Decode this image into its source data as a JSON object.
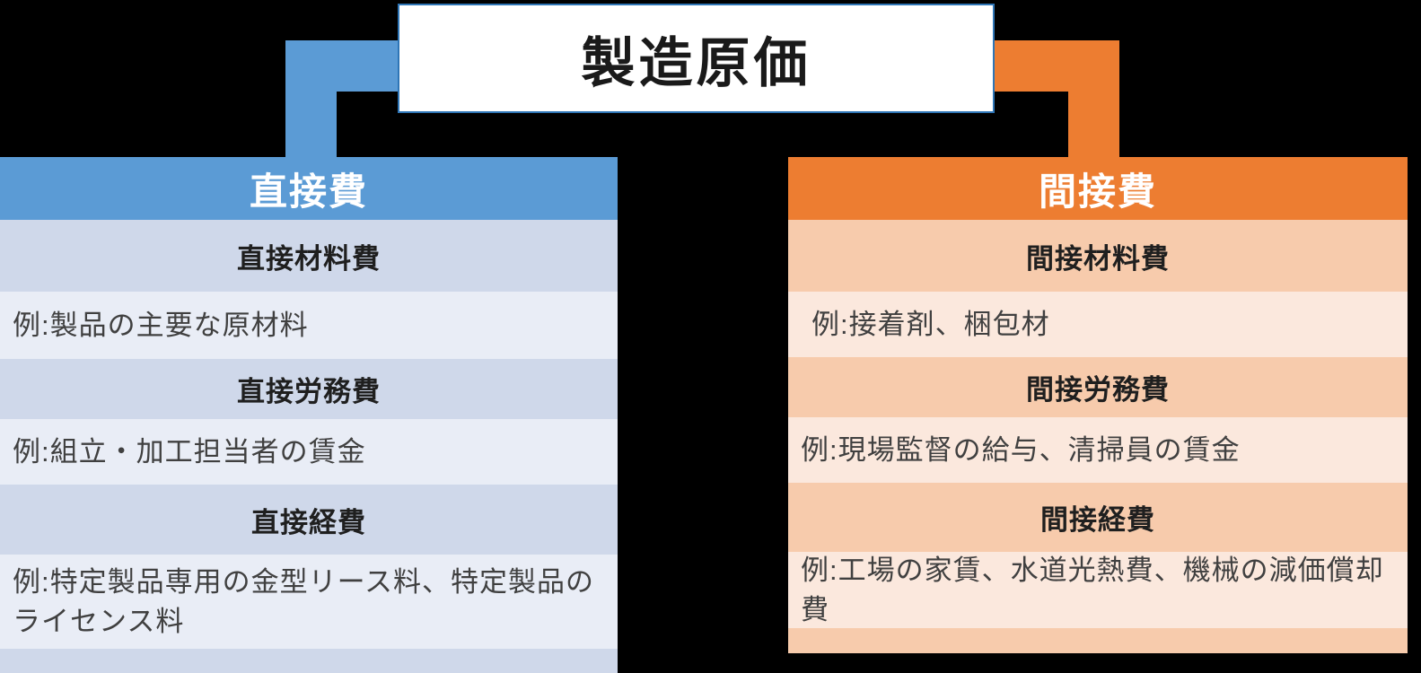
{
  "title": {
    "label": "製造原価"
  },
  "left_table": {
    "header": "直接費",
    "rows": [
      {
        "type": "label",
        "text": "直接材料費"
      },
      {
        "type": "example",
        "text": "例:製品の主要な原材料"
      },
      {
        "type": "label",
        "text": "直接労務費"
      },
      {
        "type": "example",
        "text": "例:組立・加工担当者の賃金"
      },
      {
        "type": "label",
        "text": "直接経費"
      },
      {
        "type": "example",
        "text": "例:特定製品専用の金型リース料、特定製品のライセンス料"
      }
    ]
  },
  "right_table": {
    "header": "間接費",
    "rows": [
      {
        "type": "label",
        "text": "間接材料費"
      },
      {
        "type": "example",
        "text": "例:接着剤、梱包材"
      },
      {
        "type": "label",
        "text": "間接労務費"
      },
      {
        "type": "example",
        "text": "例:現場監督の給与、清掃員の賃金"
      },
      {
        "type": "label",
        "text": "間接経費"
      },
      {
        "type": "example",
        "text": "例:工場の家賃、水道光熱費、機械の減価償却費"
      }
    ]
  },
  "colors": {
    "blue_accent": "#5B9BD5",
    "blue_label_bg": "#CFD8EA",
    "blue_example_bg": "#E9EDF6",
    "orange_accent": "#ED7D31",
    "orange_label_bg": "#F7CBAC",
    "orange_example_bg": "#FBE8DD",
    "title_border": "#2E75B6",
    "background": "#000000"
  }
}
